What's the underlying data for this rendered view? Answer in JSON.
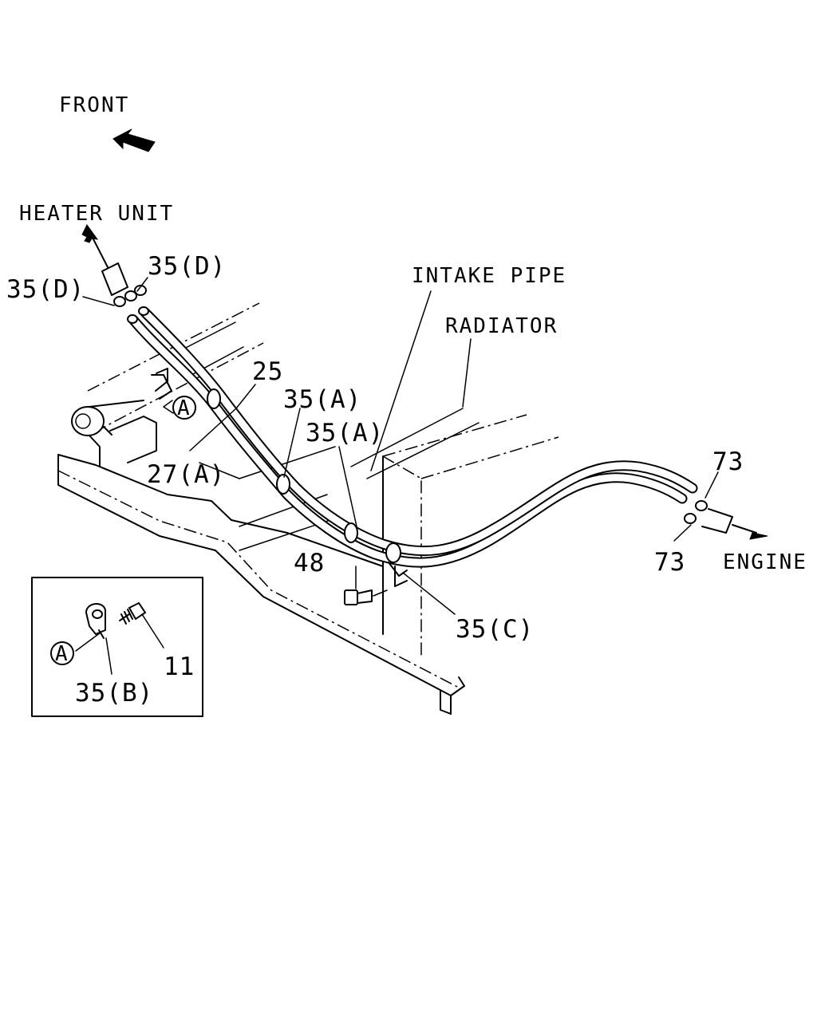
{
  "labels": {
    "front": "FRONT",
    "heater_unit": "HEATER UNIT",
    "intake_pipe": "INTAKE PIPE",
    "radiator": "RADIATOR",
    "engine": "ENGINE",
    "detail_marker": "A"
  },
  "callouts": {
    "c35d_left": "35(D)",
    "c35d_right": "35(D)",
    "c25": "25",
    "c27a": "27(A)",
    "c35a_1": "35(A)",
    "c35a_2": "35(A)",
    "c48": "48",
    "c35c": "35(C)",
    "c73_top": "73",
    "c73_bottom": "73",
    "c11": "11",
    "c35b": "35(B)"
  },
  "colors": {
    "ink": "#000000",
    "background": "#ffffff"
  },
  "icons": {
    "front_arrow": "arrow-upper-left",
    "heater_arrow": "arrow-up",
    "engine_arrow": "arrow-right"
  }
}
